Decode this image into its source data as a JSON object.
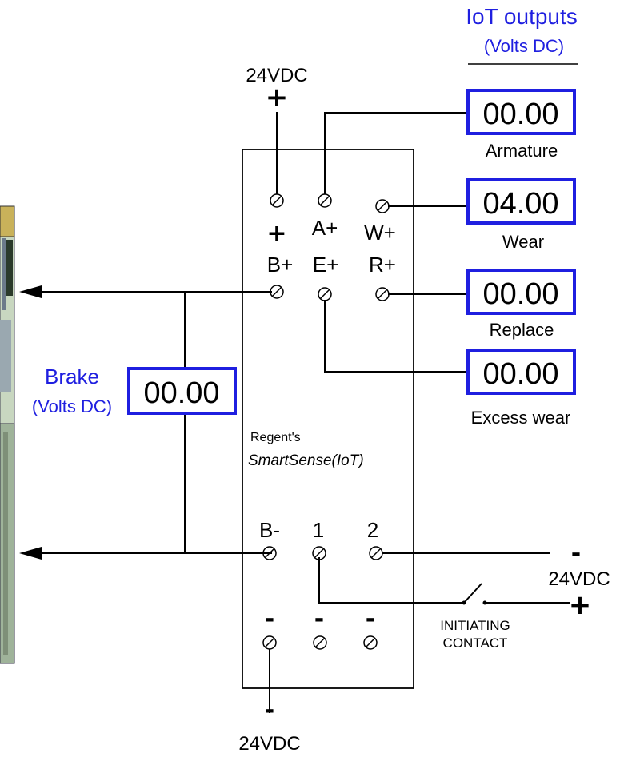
{
  "iot": {
    "title": "IoT outputs",
    "unit": "(Volts DC)",
    "armature": {
      "value": "00.00",
      "label": "Armature"
    },
    "wear": {
      "value": "04.00",
      "label": "Wear"
    },
    "replace": {
      "value": "00.00",
      "label": "Replace"
    },
    "excess": {
      "value": "00.00",
      "label": "Excess wear"
    }
  },
  "brake": {
    "title": "Brake",
    "unit": "(Volts DC)",
    "value": "00.00"
  },
  "module": {
    "brand": "Regent's",
    "name": "SmartSense(IoT)"
  },
  "terminals": {
    "plus": "+",
    "a_plus": "A+",
    "w_plus": "W+",
    "b_plus": "B+",
    "e_plus": "E+",
    "r_plus": "R+",
    "b_minus": "B-",
    "t1": "1",
    "t2": "2",
    "minus": "-"
  },
  "supply": {
    "top_label": "24VDC",
    "top_sign": "+",
    "right_label": "24VDC",
    "right_minus": "-",
    "right_plus": "+",
    "bottom_label": "24VDC",
    "bottom_sign": "-"
  },
  "contact": {
    "line1": "INITIATING",
    "line2": "CONTACT"
  },
  "colors": {
    "accent": "#1f1fe0",
    "wire": "#000000"
  }
}
